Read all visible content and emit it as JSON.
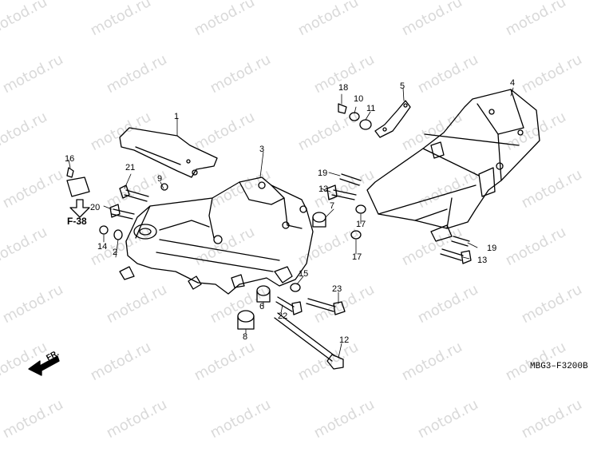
{
  "watermark": "motod.ru",
  "diagram_code": "MBG3–F3200B",
  "reference": "F-38",
  "front_label": "FR.",
  "parts": [
    {
      "num": "1"
    },
    {
      "num": "2"
    },
    {
      "num": "3"
    },
    {
      "num": "4"
    },
    {
      "num": "5"
    },
    {
      "num": "6"
    },
    {
      "num": "7"
    },
    {
      "num": "8"
    },
    {
      "num": "9"
    },
    {
      "num": "10"
    },
    {
      "num": "11"
    },
    {
      "num": "12"
    },
    {
      "num": "13"
    },
    {
      "num": "13"
    },
    {
      "num": "14"
    },
    {
      "num": "15"
    },
    {
      "num": "16"
    },
    {
      "num": "17"
    },
    {
      "num": "17"
    },
    {
      "num": "18"
    },
    {
      "num": "19"
    },
    {
      "num": "19"
    },
    {
      "num": "20"
    },
    {
      "num": "21"
    },
    {
      "num": "22"
    },
    {
      "num": "23"
    }
  ]
}
